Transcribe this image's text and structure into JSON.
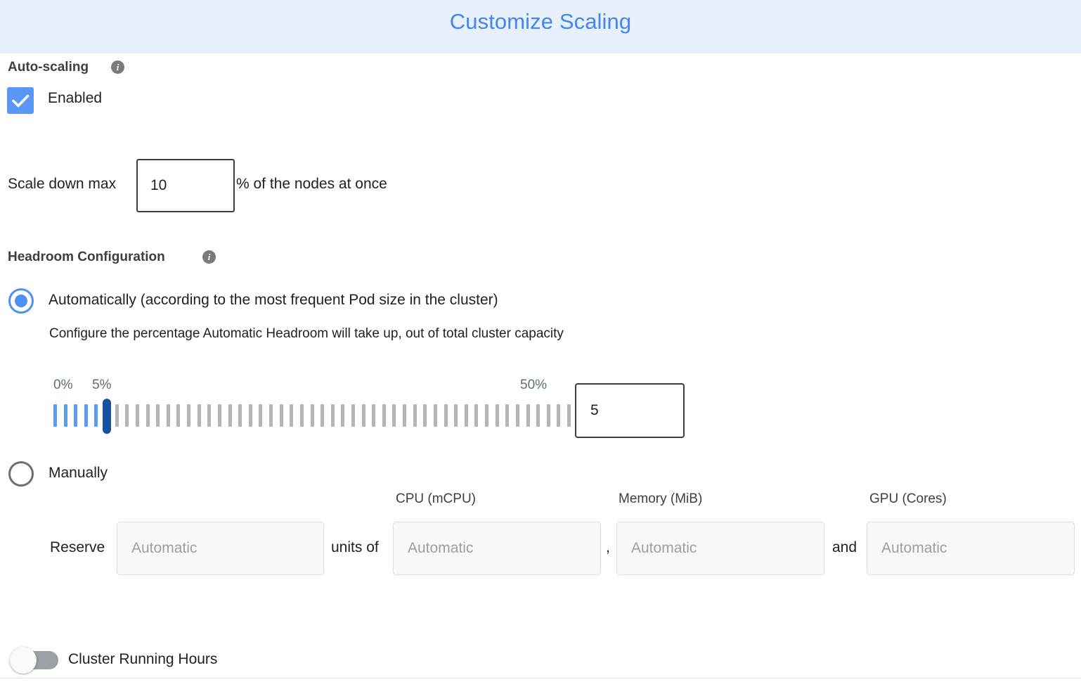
{
  "header": {
    "title": "Customize Scaling",
    "bg_color": "#e9f0fd",
    "title_color": "#4285f4"
  },
  "autoscaling": {
    "section_label": "Auto-scaling",
    "info_glyph": "i",
    "checkbox_checked": true,
    "checkbox_label": "Enabled",
    "checkbox_color": "#5a96f5",
    "scale_down": {
      "prefix_label": "Scale down max",
      "value": "10",
      "placeholder": "",
      "suffix_label": "% of the nodes at once"
    }
  },
  "headroom": {
    "section_label": "Headroom Configuration",
    "info_glyph": "i",
    "mode": "automatic",
    "automatic": {
      "radio_label": "Automatically (according to the most frequent Pod size in the cluster)",
      "description": "Configure the percentage Automatic Headroom will take up, out of total cluster capacity",
      "slider": {
        "min_label": "0%",
        "current_label": "5%",
        "max_label": "50%",
        "min": 0,
        "max": 50,
        "value": 5,
        "tick_count": 51,
        "filled_color": "#5a9cf0",
        "empty_color": "#b5b5b5",
        "thumb_color": "#17529e"
      },
      "value_input": {
        "value": "5",
        "placeholder": ""
      }
    },
    "manual": {
      "radio_label": "Manually",
      "reserve_label": "Reserve",
      "units_label": "units of",
      "comma_label": ",",
      "and_label": "and",
      "fields": [
        {
          "header": "",
          "placeholder": "Automatic",
          "value": ""
        },
        {
          "header": "CPU (mCPU)",
          "placeholder": "Automatic",
          "value": ""
        },
        {
          "header": "Memory (MiB)",
          "placeholder": "Automatic",
          "value": ""
        },
        {
          "header": "GPU (Cores)",
          "placeholder": "Automatic",
          "value": ""
        }
      ]
    }
  },
  "cluster_running_hours": {
    "label": "Cluster Running Hours",
    "enabled": false
  }
}
